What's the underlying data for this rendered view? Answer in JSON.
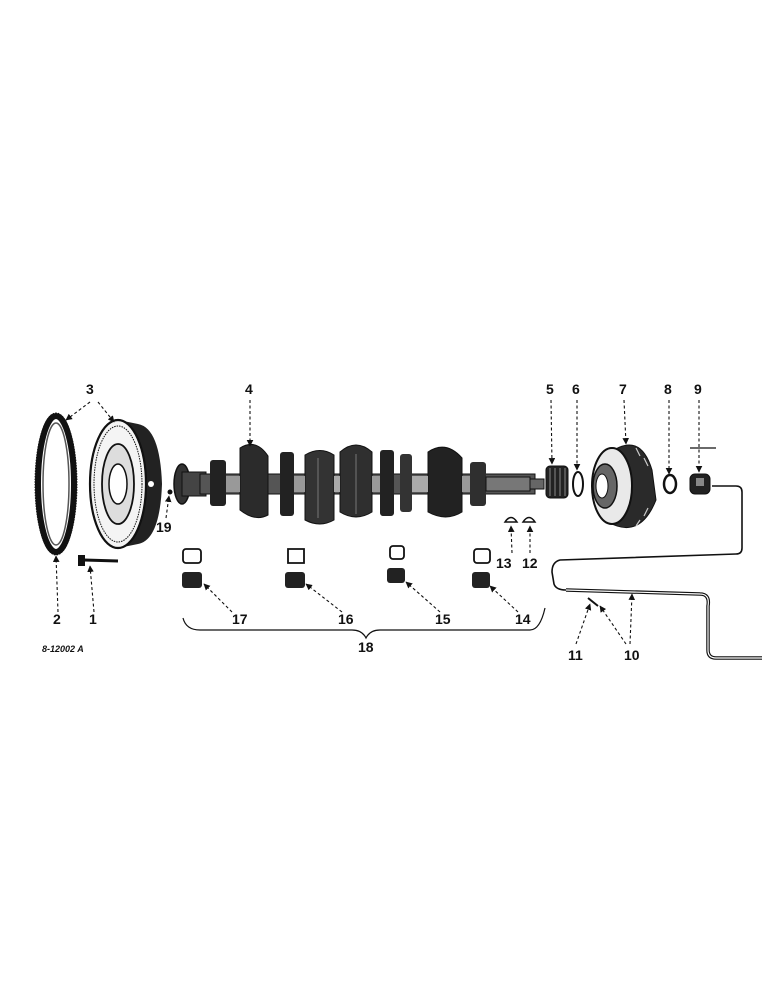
{
  "drawing_code": "8-12002 A",
  "callouts": {
    "c1": "1",
    "c2": "2",
    "c3": "3",
    "c4": "4",
    "c5": "5",
    "c6": "6",
    "c7": "7",
    "c8": "8",
    "c9": "9",
    "c10": "10",
    "c11": "11",
    "c12": "12",
    "c13": "13",
    "c14": "14",
    "c15": "15",
    "c16": "16",
    "c17": "17",
    "c18": "18",
    "c19": "19"
  }
}
